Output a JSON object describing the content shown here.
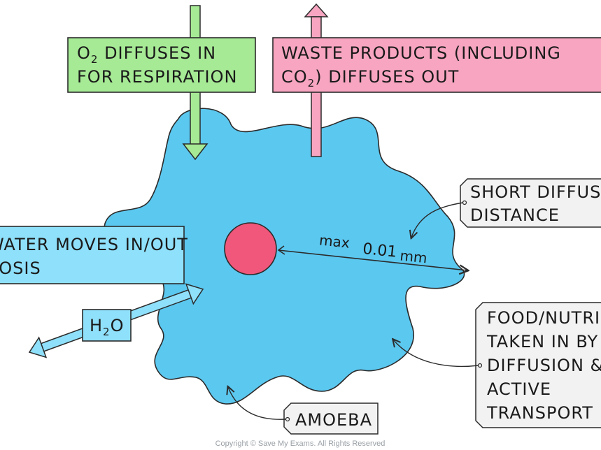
{
  "labels": {
    "oxygen": {
      "line1_sym": "O",
      "line1_sub": "2",
      "line1_rest": " DIFFUSES IN",
      "line2": "FOR RESPIRATION"
    },
    "waste": {
      "line1": "WASTE PRODUCTS (INCLUDING",
      "line2_sym": "CO",
      "line2_sub": "2",
      "line2_rest": ") DIFFUSES OUT"
    },
    "short": {
      "line1": "SHORT DIFFUSION",
      "line2": "DISTANCE"
    },
    "water": {
      "line1": "WATER MOVES IN/OUT",
      "line2": "BY OSMOSIS"
    },
    "h2o": {
      "sym": "H",
      "sub": "2",
      "rest": "O"
    },
    "food": {
      "line1": "FOOD/NUTRIENTS",
      "line2": "TAKEN IN BY",
      "line3": "DIFFUSION &",
      "line4": "ACTIVE",
      "line5": "TRANSPORT"
    },
    "amoeba": "AMOEBA",
    "measure": {
      "max": "max",
      "value": "0.01",
      "unit": "mm"
    }
  },
  "copyright": "Copyright © Save My Exams. All Rights Reserved",
  "colors": {
    "cell": "#5bc8f0",
    "nucleus": "#f0577a",
    "green_box": "#a6ea95",
    "pink_box": "#f7a5c0",
    "blue_box": "#8fe0fa",
    "grey_box": "#f2f2f2"
  }
}
